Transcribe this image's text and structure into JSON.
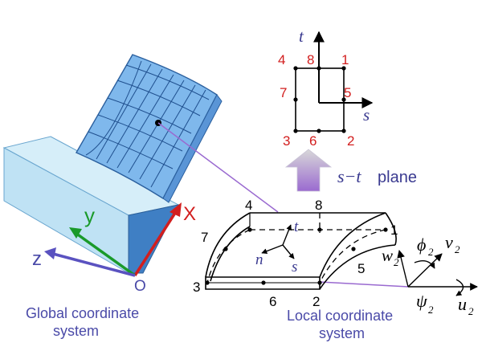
{
  "global": {
    "axis_x": "X",
    "axis_y": "y",
    "axis_z": "z",
    "origin": "O",
    "caption_line1": "Global coordinate",
    "caption_line2": "system"
  },
  "local": {
    "caption_line1": "Local coordinate",
    "caption_line2": "system",
    "node_labels": [
      "1",
      "2",
      "3",
      "4",
      "5",
      "6",
      "7",
      "8"
    ],
    "axis_n": "n",
    "axis_s": "s",
    "axis_t": "t"
  },
  "st_plane": {
    "axis_s": "s",
    "axis_t": "t",
    "node_labels": [
      "1",
      "2",
      "3",
      "4",
      "5",
      "6",
      "7",
      "8"
    ],
    "arrow_label_math": "s−t",
    "arrow_label_word": "plane"
  },
  "dof": {
    "u": "u",
    "v": "v",
    "w": "w",
    "phi": "ϕ",
    "psi": "ψ",
    "subscript": "2"
  },
  "colors": {
    "red": "#d21e1e",
    "green": "#1a9a2a",
    "navy": "#4a4aa8",
    "purple": "#9a6ad0",
    "mesh_fill": "#7fb8ec",
    "block_light": "#bfe2f4",
    "block_dark": "#3f7fc4"
  }
}
